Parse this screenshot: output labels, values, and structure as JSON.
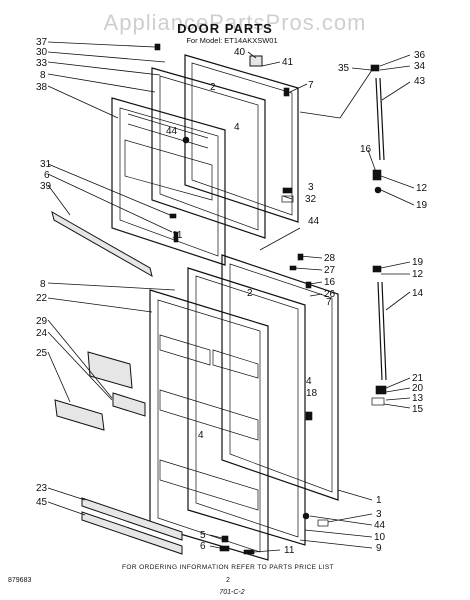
{
  "watermark": "AppliancePartsPros.com",
  "title": "DOOR PARTS",
  "subtitle": "For Model: ET14AKXSW01",
  "callouts": [
    "37",
    "30",
    "33",
    "8",
    "38",
    "31",
    "6",
    "39",
    "22",
    "29",
    "24",
    "25",
    "23",
    "45",
    "40",
    "41",
    "2",
    "7",
    "4",
    "44",
    "3",
    "32",
    "11",
    "36",
    "34",
    "35",
    "43",
    "16",
    "12",
    "19",
    "28",
    "27",
    "26",
    "14",
    "18",
    "21",
    "20",
    "13",
    "15",
    "1",
    "10",
    "9",
    "5"
  ],
  "footer": {
    "ordering_note": "FOR ORDERING INFORMATION REFER TO PARTS PRICE LIST",
    "part_code": "879683",
    "page_number": "2",
    "handwritten_code": "701-C-2"
  }
}
